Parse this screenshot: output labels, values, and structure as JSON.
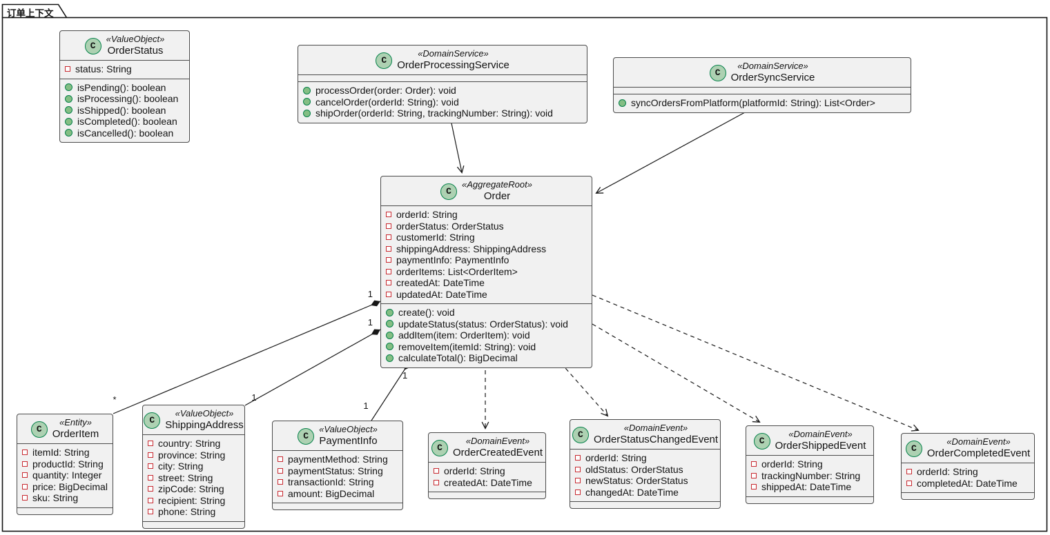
{
  "frame": {
    "title": "订单上下文"
  },
  "class_icon_letter": "C",
  "colors": {
    "box_fill": "#F1F1F1",
    "box_border": "#4a4a4a",
    "circle_fill": "#ADD1B2",
    "circle_border": "#038048",
    "field_icon": "#C82930",
    "method_icon": "#84BE84",
    "line": "#181818"
  },
  "classes": {
    "order_status": {
      "stereotype": "«ValueObject»",
      "name": "OrderStatus",
      "attrs": [
        "status: String"
      ],
      "methods": [
        "isPending(): boolean",
        "isProcessing(): boolean",
        "isShipped(): boolean",
        "isCompleted(): boolean",
        "isCancelled(): boolean"
      ]
    },
    "order_processing_service": {
      "stereotype": "«DomainService»",
      "name": "OrderProcessingService",
      "attrs": [],
      "methods": [
        "processOrder(order: Order): void",
        "cancelOrder(orderId: String): void",
        "shipOrder(orderId: String, trackingNumber: String): void"
      ]
    },
    "order_sync_service": {
      "stereotype": "«DomainService»",
      "name": "OrderSyncService",
      "attrs": [],
      "methods": [
        "syncOrdersFromPlatform(platformId: String): List<Order>"
      ]
    },
    "order": {
      "stereotype": "«AggregateRoot»",
      "name": "Order",
      "attrs": [
        "orderId: String",
        "orderStatus: OrderStatus",
        "customerId: String",
        "shippingAddress: ShippingAddress",
        "paymentInfo: PaymentInfo",
        "orderItems: List<OrderItem>",
        "createdAt: DateTime",
        "updatedAt: DateTime"
      ],
      "methods": [
        "create(): void",
        "updateStatus(status: OrderStatus): void",
        "addItem(item: OrderItem): void",
        "removeItem(itemId: String): void",
        "calculateTotal(): BigDecimal"
      ]
    },
    "order_item": {
      "stereotype": "«Entity»",
      "name": "OrderItem",
      "attrs": [
        "itemId: String",
        "productId: String",
        "quantity: Integer",
        "price: BigDecimal",
        "sku: String"
      ],
      "methods": []
    },
    "shipping_address": {
      "stereotype": "«ValueObject»",
      "name": "ShippingAddress",
      "attrs": [
        "country: String",
        "province: String",
        "city: String",
        "street: String",
        "zipCode: String",
        "recipient: String",
        "phone: String"
      ],
      "methods": []
    },
    "payment_info": {
      "stereotype": "«ValueObject»",
      "name": "PaymentInfo",
      "attrs": [
        "paymentMethod: String",
        "paymentStatus: String",
        "transactionId: String",
        "amount: BigDecimal"
      ],
      "methods": []
    },
    "order_created_event": {
      "stereotype": "«DomainEvent»",
      "name": "OrderCreatedEvent",
      "attrs": [
        "orderId: String",
        "createdAt: DateTime"
      ],
      "methods": []
    },
    "order_status_changed_event": {
      "stereotype": "«DomainEvent»",
      "name": "OrderStatusChangedEvent",
      "attrs": [
        "orderId: String",
        "oldStatus: OrderStatus",
        "newStatus: OrderStatus",
        "changedAt: DateTime"
      ],
      "methods": []
    },
    "order_shipped_event": {
      "stereotype": "«DomainEvent»",
      "name": "OrderShippedEvent",
      "attrs": [
        "orderId: String",
        "trackingNumber: String",
        "shippedAt: DateTime"
      ],
      "methods": []
    },
    "order_completed_event": {
      "stereotype": "«DomainEvent»",
      "name": "OrderCompletedEvent",
      "attrs": [
        "orderId: String",
        "completedAt: DateTime"
      ],
      "methods": []
    }
  },
  "relations": {
    "order_orderitem": {
      "order_end": "1",
      "item_end": "*"
    },
    "order_shippingaddress": {
      "order_end": "1",
      "address_end": "1"
    },
    "order_paymentinfo": {
      "order_end": "1",
      "payment_end": "1"
    }
  }
}
